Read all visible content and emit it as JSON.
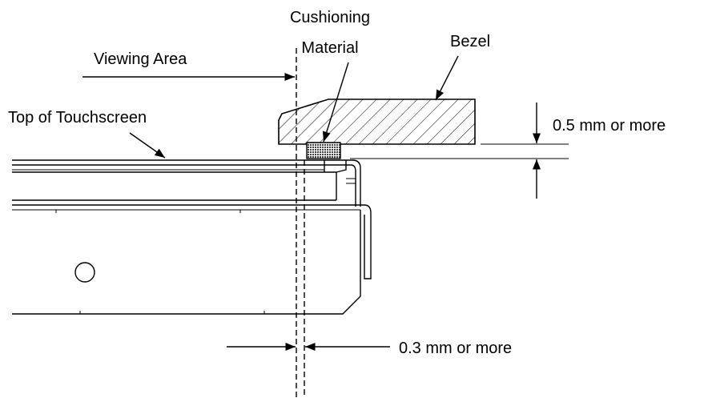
{
  "labels": {
    "cushioning_line1": "Cushioning",
    "cushioning_line2": "Material",
    "bezel": "Bezel",
    "viewing_area": "Viewing Area",
    "top_of_touchscreen": "Top of Touchscreen",
    "gap_vertical": "0.5 mm or more",
    "gap_horizontal": "0.3 mm or more"
  },
  "colors": {
    "stroke": "#000000",
    "background": "#ffffff",
    "cushion_fill": "#555555"
  }
}
